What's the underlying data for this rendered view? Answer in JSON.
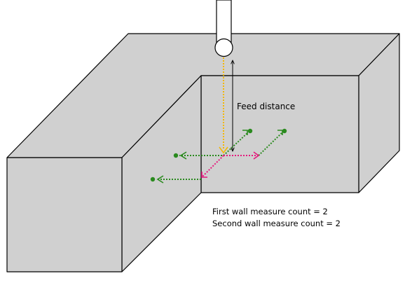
{
  "labels": {
    "feed_distance": "Feed distance",
    "first_wall_count": "First wall measure count = 2",
    "second_wall_count": "Second wall measure count = 2"
  },
  "colors": {
    "block_fill": "#d0d0d0",
    "outline": "#000000",
    "probe_path": "#f2b705",
    "measure_primary": "#e6197c",
    "measure_secondary": "#2a8a1e"
  }
}
